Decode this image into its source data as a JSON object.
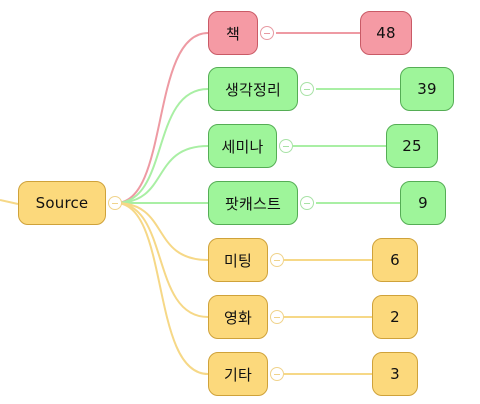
{
  "root": {
    "label": "Source"
  },
  "branches": [
    {
      "label": "책",
      "count": "48",
      "color": "red"
    },
    {
      "label": "생각정리",
      "count": "39",
      "color": "green"
    },
    {
      "label": "세미나",
      "count": "25",
      "color": "green"
    },
    {
      "label": "팟캐스트",
      "count": "9",
      "color": "green"
    },
    {
      "label": "미팅",
      "count": "6",
      "color": "yellow"
    },
    {
      "label": "영화",
      "count": "2",
      "color": "yellow"
    },
    {
      "label": "기타",
      "count": "3",
      "color": "yellow"
    }
  ],
  "colors": {
    "red_fill": "#f59aa4",
    "green_fill": "#9ef59a",
    "yellow_fill": "#fcd97c",
    "red_line": "#ee9aa3",
    "green_line": "#a9efa4",
    "yellow_line": "#f6d887"
  }
}
